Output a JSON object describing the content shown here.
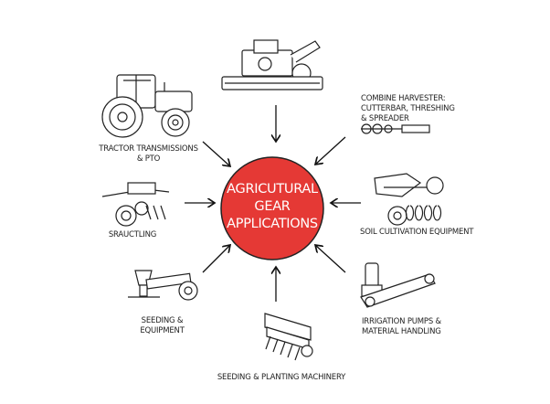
{
  "center": {
    "lines": [
      "AGRICUTURAL",
      "GEAR",
      "APPLICATIONS"
    ],
    "color": "#e53935"
  },
  "nodes": {
    "tractor": {
      "lines": [
        "TRACTOR TRANSMISSIONS",
        "& PTO"
      ],
      "icon": "tractor-icon"
    },
    "combine": {
      "lines": [
        "COMBINE HARVESTER:",
        "CUTTERBAR, THRESHING",
        "& SPREADER"
      ],
      "icon": "combine-harvester-icon"
    },
    "srauctling": {
      "lines": [
        "SRAUCTLING"
      ],
      "icon": "tillage-implement-icon"
    },
    "soil": {
      "lines": [
        "SOIL CULTIVATION EQUIPMENT"
      ],
      "icon": "plough-disc-harrow-icon"
    },
    "seeding_equipment": {
      "lines": [
        "SEEDING &",
        "EQUIPMENT"
      ],
      "icon": "seeder-icon"
    },
    "irrigation": {
      "lines": [
        "IRRIGATION PUMPS &",
        "MATERIAL HANDLING"
      ],
      "icon": "pump-conveyor-icon"
    },
    "planting": {
      "lines": [
        "SEEDING & PLANTING MACHINERY"
      ],
      "icon": "seed-drill-icon"
    }
  }
}
